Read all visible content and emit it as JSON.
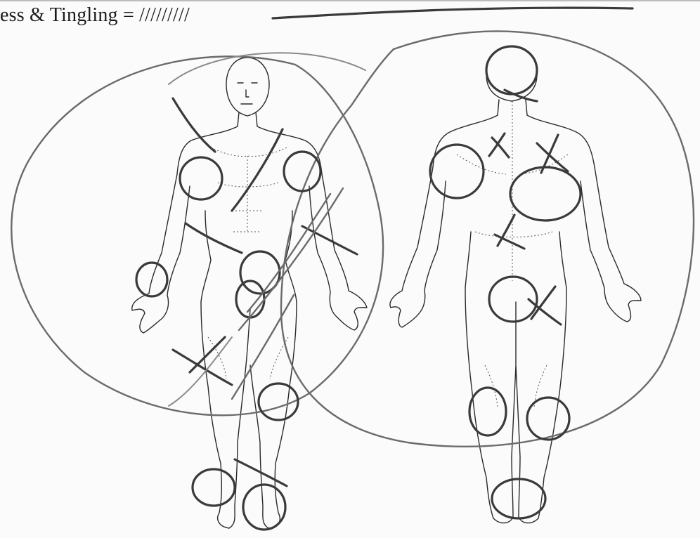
{
  "form": {
    "legend_text": "ess & Tingling = /////////"
  },
  "figures": [
    {
      "view": "front"
    },
    {
      "view": "back"
    }
  ],
  "colors": {
    "ink": "#2a2a2a",
    "pen": "#3a3a3a",
    "paper": "#fbfbfb"
  }
}
